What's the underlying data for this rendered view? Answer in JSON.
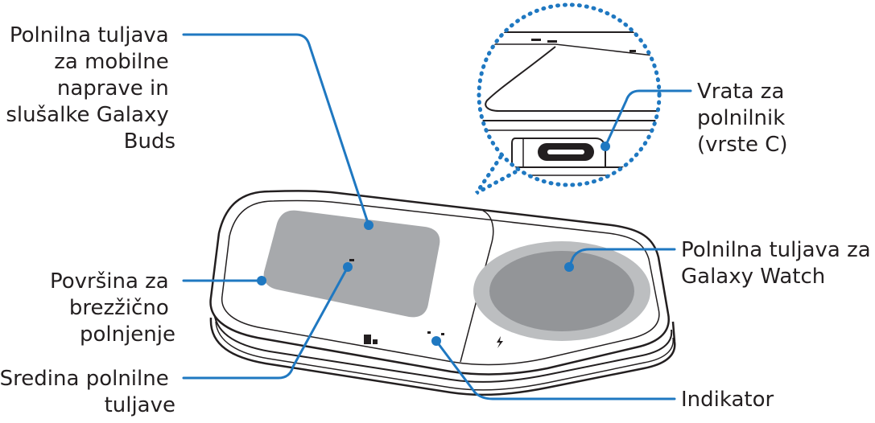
{
  "labels": {
    "coil_mobile": [
      "Polnilna tuljava",
      "za mobilne",
      "naprave in",
      "slušalke Galaxy",
      "Buds"
    ],
    "surface": [
      "Površina za",
      "brezžično",
      "polnjenje"
    ],
    "coil_center": [
      "Sredina polnilne",
      "tuljave"
    ],
    "port": [
      "Vrata za",
      "polnilnik",
      "(vrste C)"
    ],
    "coil_watch": [
      "Polnilna tuljava za",
      "Galaxy Watch"
    ],
    "indicator": [
      "Indikator"
    ]
  },
  "colors": {
    "leader": "#1f78c1",
    "text": "#231f20",
    "device_outline": "#231f20",
    "coil_fill": "#a7a9ac",
    "watch_coil_fill": "#939598",
    "watch_ring_fill": "#bcbec0"
  },
  "icons": {
    "phone_symbol": "phone-symbol-icon",
    "watch_symbol": "watch-symbol-icon",
    "usb_port": "usb-c-port-icon"
  }
}
